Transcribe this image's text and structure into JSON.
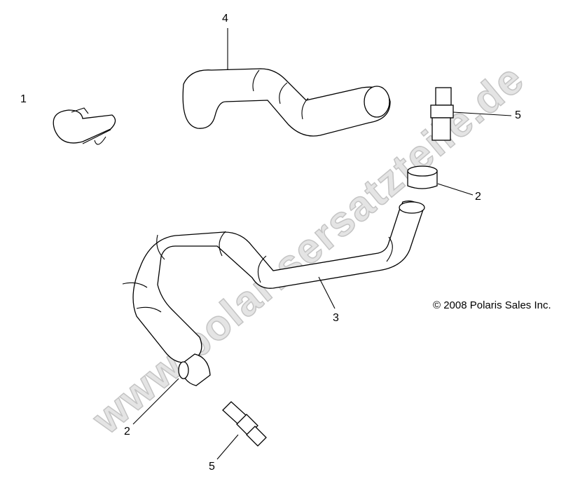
{
  "watermark": "www.polarisersatzteile.de",
  "copyright": "© 2008 Polaris Sales Inc.",
  "callouts": [
    {
      "id": "clamp",
      "label": "1"
    },
    {
      "id": "upper-hose",
      "label": "4"
    },
    {
      "id": "fitting-upper",
      "label": "5"
    },
    {
      "id": "sleeve-right",
      "label": "2"
    },
    {
      "id": "lower-hose",
      "label": "3"
    },
    {
      "id": "sleeve-left",
      "label": "2"
    },
    {
      "id": "fitting-lower",
      "label": "5"
    }
  ]
}
